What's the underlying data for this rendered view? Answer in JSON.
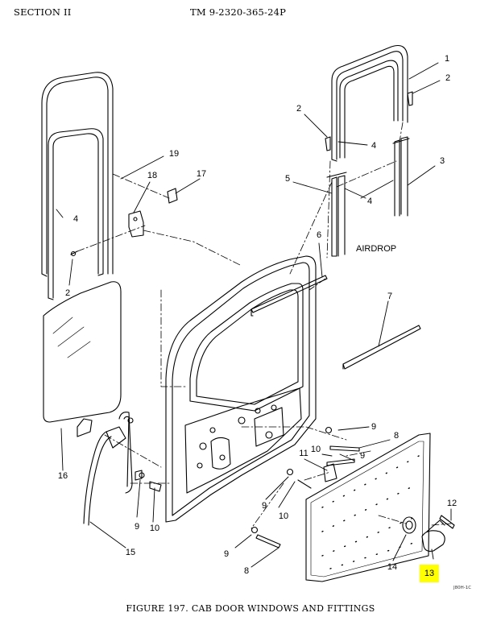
{
  "header": {
    "section": "SECTION II",
    "tm_number": "TM 9-2320-365-24P"
  },
  "caption": "FIGURE 197.  CAB DOOR WINDOWS AND FITTINGS",
  "drawing_id": "J80H-1C",
  "airdrop_label": "AIRDROP",
  "highlight_color": "#ffff00",
  "callouts": {
    "c1": "1",
    "c2a": "2",
    "c2b": "2",
    "c2c": "2",
    "c3": "3",
    "c4a": "4",
    "c4b": "4",
    "c4c": "4",
    "c5": "5",
    "c6": "6",
    "c7": "7",
    "c8a": "8",
    "c8b": "8",
    "c9a": "9",
    "c9b": "9",
    "c9c": "9",
    "c9d": "9",
    "c9e": "9",
    "c10a": "10",
    "c10b": "10",
    "c10c": "10",
    "c11": "11",
    "c12": "12",
    "c13": "13",
    "c14": "14",
    "c15": "15",
    "c16": "16",
    "c17": "17",
    "c18": "18",
    "c19": "19"
  }
}
